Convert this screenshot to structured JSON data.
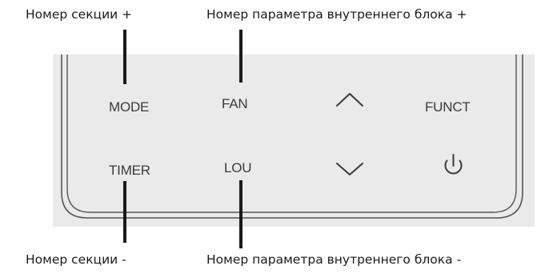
{
  "callouts": {
    "top_left": "Номер секции +",
    "top_right": "Номер параметра внутреннего блока +",
    "bottom_left": "Номер секции -",
    "bottom_right": "Номер параметра внутреннего блока -"
  },
  "buttons": {
    "mode": "MODE",
    "fan": "FAN",
    "funct": "FUNCT",
    "timer": "TIMER",
    "lou": "LOU",
    "up_icon": "chevron-up-icon",
    "down_icon": "chevron-down-icon",
    "power_icon": "power-icon"
  },
  "colors": {
    "panel": "#eaeaea",
    "outline": "#555555",
    "pointer": "#1a1a1a",
    "text": "#3a3a3a"
  }
}
